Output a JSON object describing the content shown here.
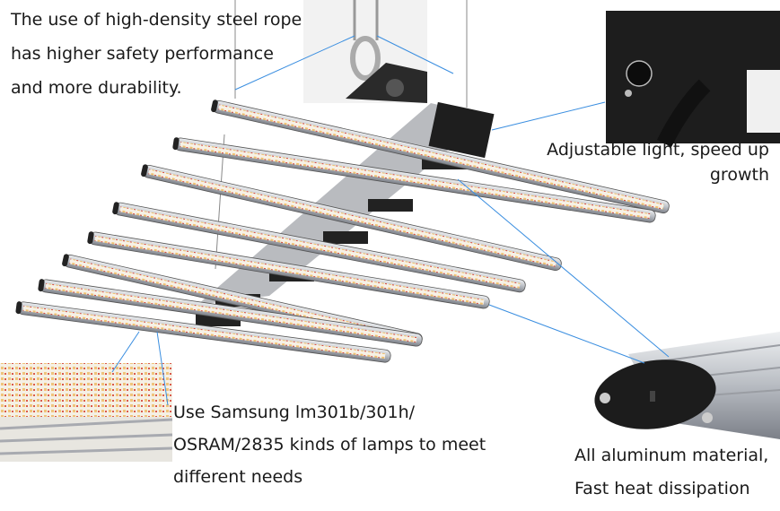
{
  "callouts": {
    "rope": [
      "The use of high-density steel rope",
      "has higher safety performance",
      "and more durability."
    ],
    "dimmer": [
      "Adjustable light, speed up",
      "growth"
    ],
    "lamps": [
      "Use Samsung lm301b/301h/",
      "OSRAM/2835 kinds of lamps to meet",
      "different needs"
    ],
    "aluminum": [
      "All aluminum material,",
      "Fast heat dissipation"
    ]
  },
  "colors": {
    "callout_line": "#3a8ee0",
    "bar_metal": "#c9ccd0",
    "led_warm": "#f0c070",
    "led_red": "#d84a3a",
    "driver_box": "#202020"
  }
}
